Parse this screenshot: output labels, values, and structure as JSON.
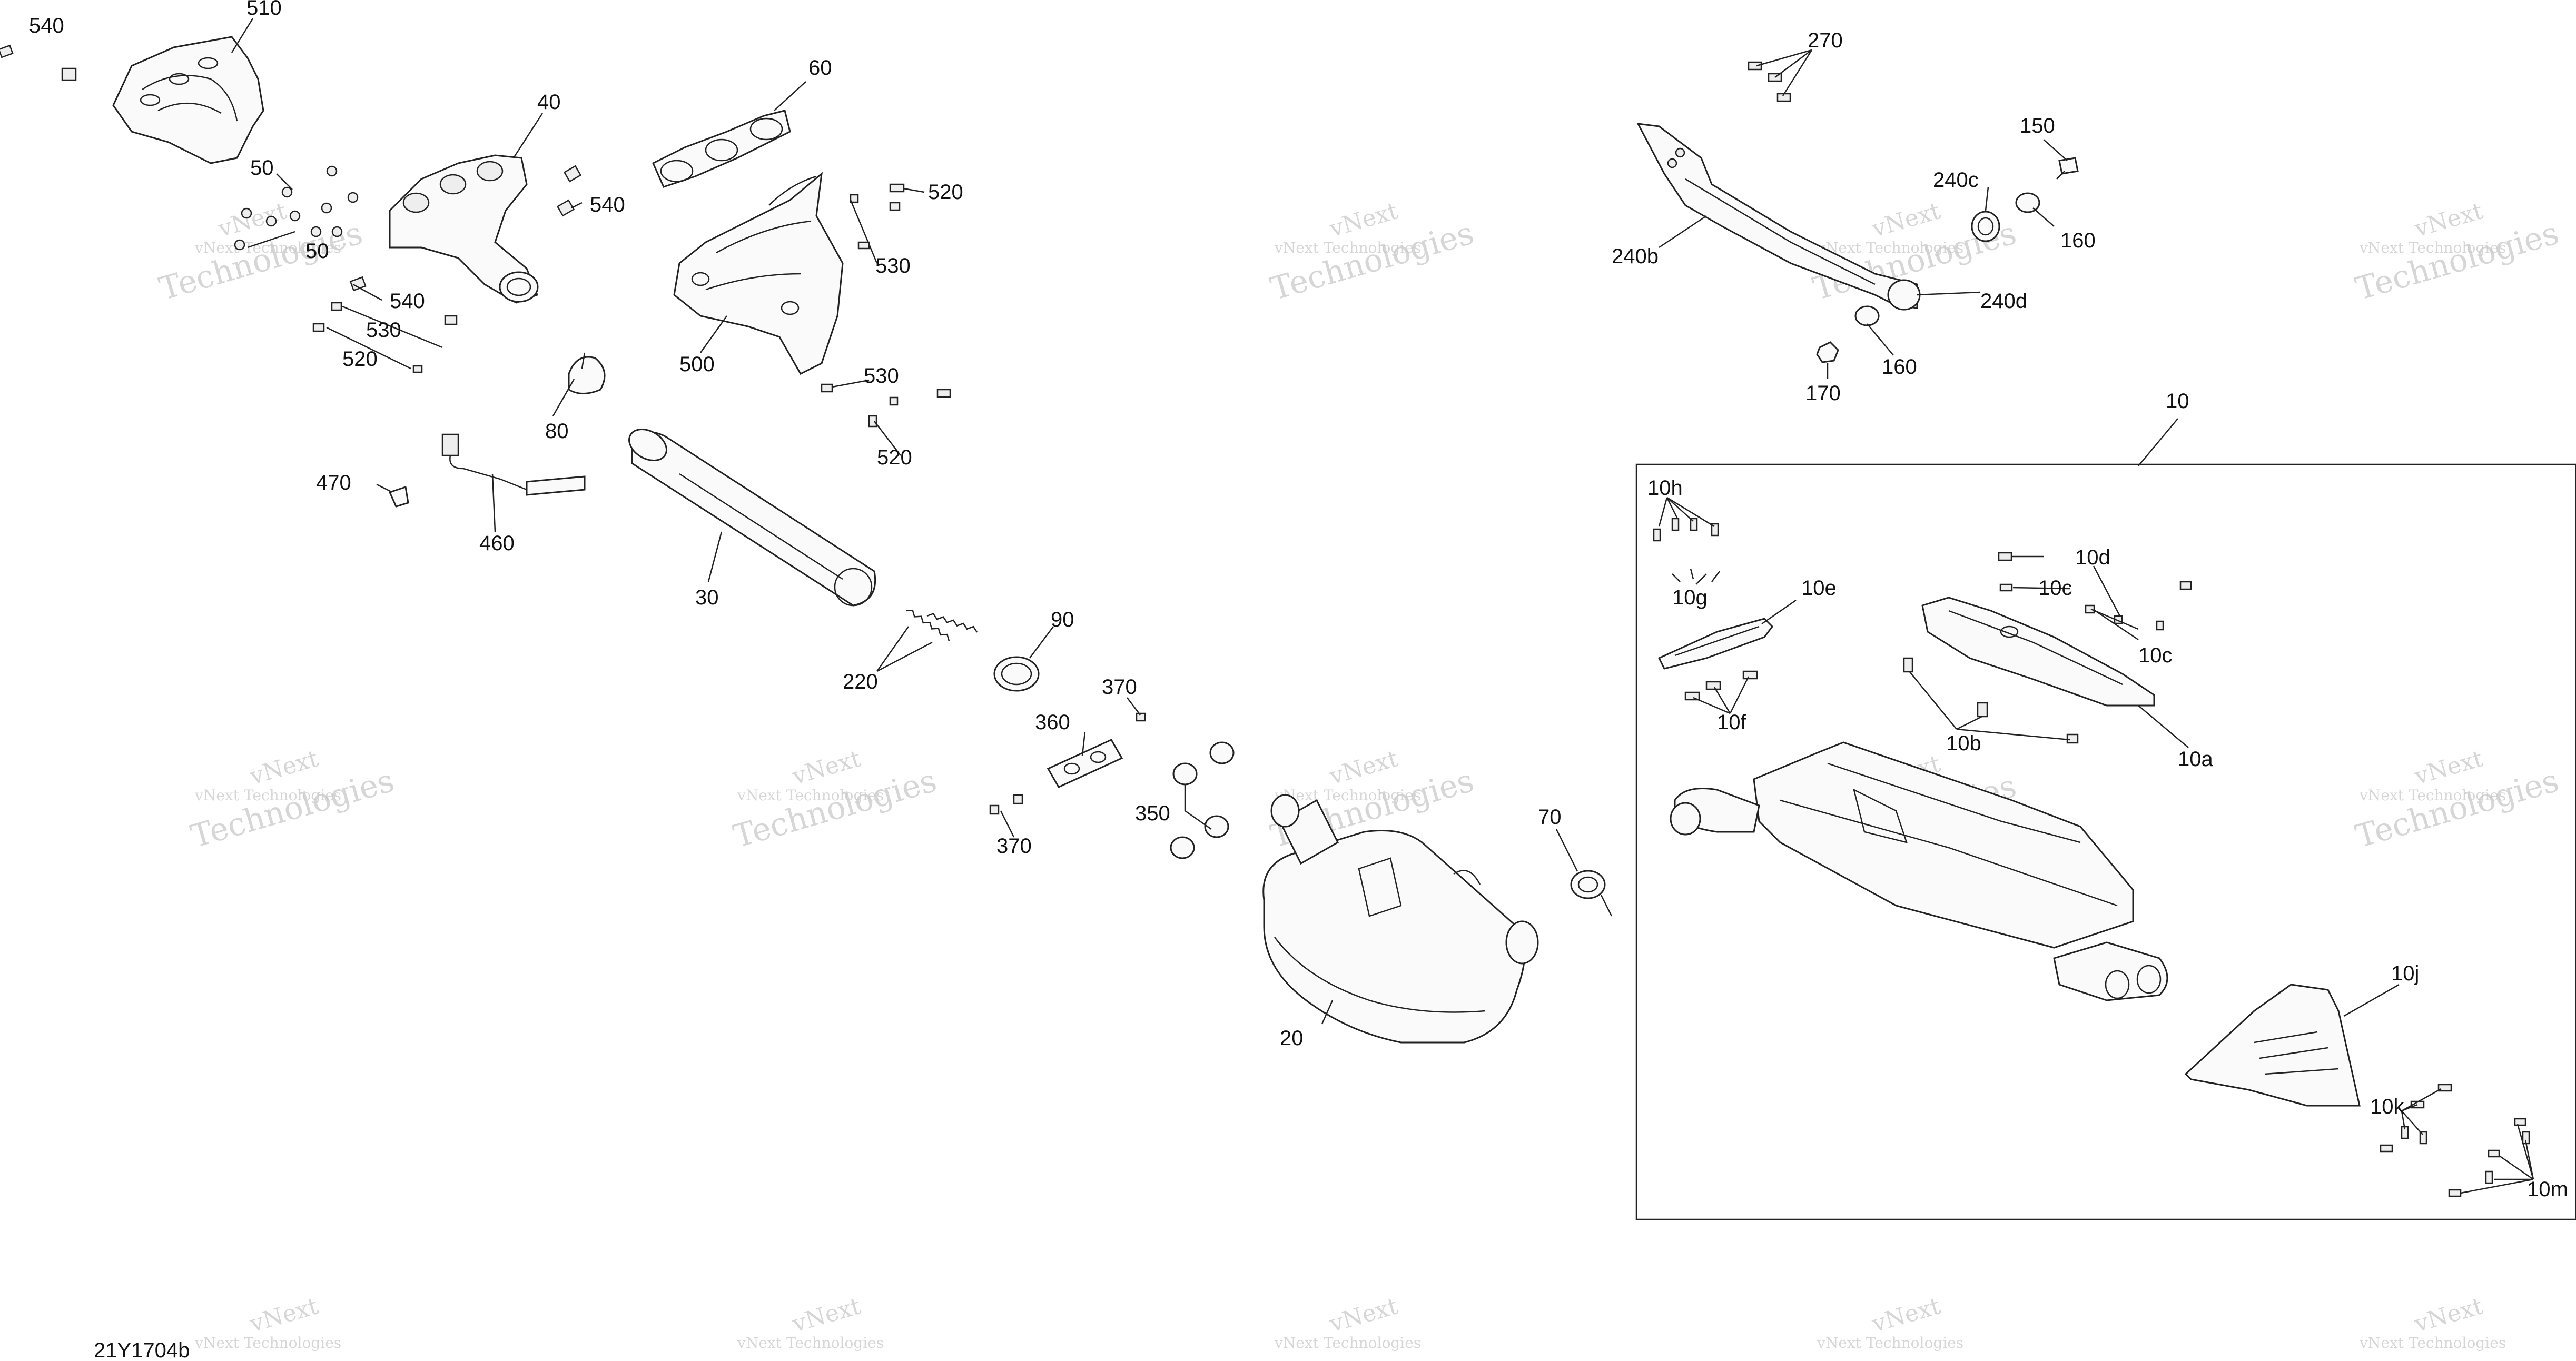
{
  "diagram": {
    "code": "21Y1704b",
    "watermark": {
      "line1": "vNext",
      "line2": "Technologies",
      "line3": "vNext Technologies"
    },
    "labels": {
      "p510": "510",
      "p540a": "540",
      "p40": "40",
      "p60": "60",
      "p50a": "50",
      "p50b": "50",
      "p540b": "540",
      "p520a": "520",
      "p530a": "530",
      "p540c": "540",
      "p530b": "530",
      "p520b": "520",
      "p500": "500",
      "p530c": "530",
      "p520c": "520",
      "p80": "80",
      "p470": "470",
      "p460": "460",
      "p30": "30",
      "p220": "220",
      "p90": "90",
      "p370a": "370",
      "p360": "360",
      "p370b": "370",
      "p350": "350",
      "p20": "20",
      "p70": "70",
      "p270": "270",
      "p150": "150",
      "p240c": "240c",
      "p160a": "160",
      "p240b": "240b",
      "p240d": "240d",
      "p160b": "160",
      "p170": "170",
      "p10": "10",
      "p10h": "10h",
      "p10d": "10d",
      "p10c1": "10c",
      "p10g": "10g",
      "p10e": "10e",
      "p10c2": "10c",
      "p10f": "10f",
      "p10b": "10b",
      "p10a": "10a",
      "p10j": "10j",
      "p10k": "10k",
      "p10m": "10m"
    }
  }
}
